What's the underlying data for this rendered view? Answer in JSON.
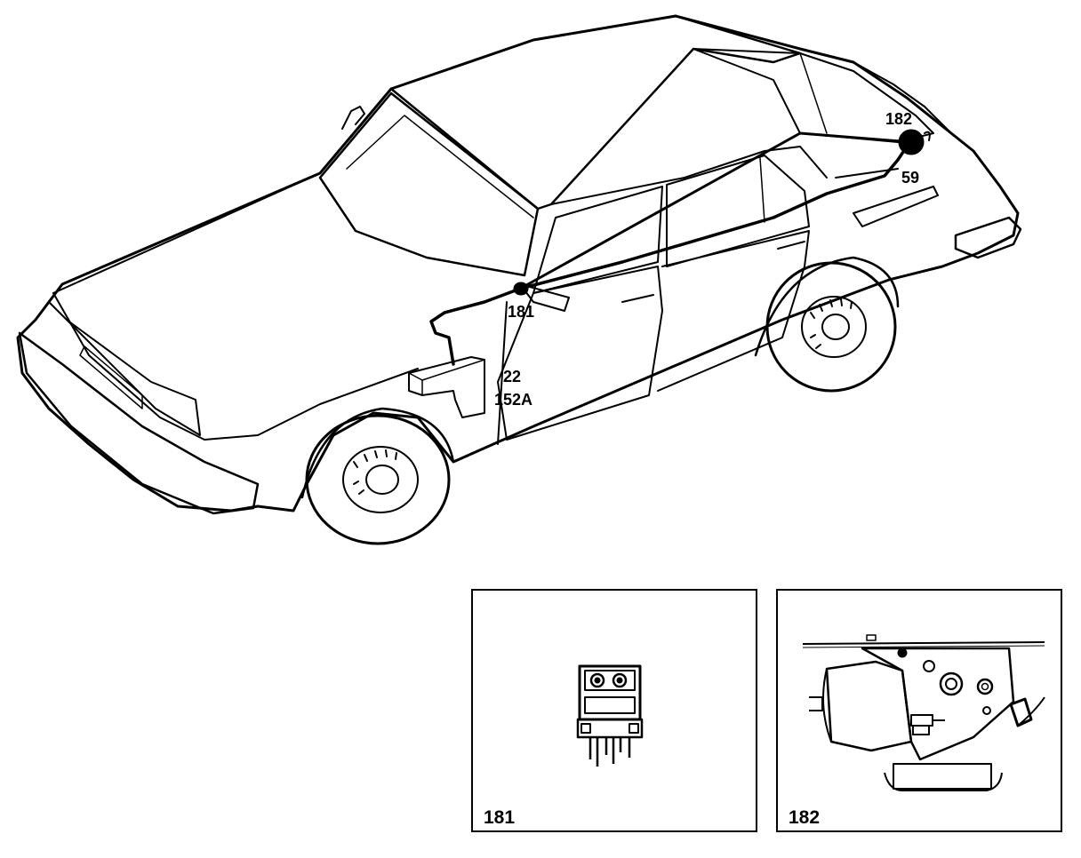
{
  "callouts": {
    "c182": "182",
    "c59": "59",
    "c181": "181",
    "c22": "22",
    "c152a": "152A"
  },
  "insets": {
    "left_label": "181",
    "right_label": "182"
  },
  "colors": {
    "line": "#000000",
    "background": "#ffffff"
  }
}
